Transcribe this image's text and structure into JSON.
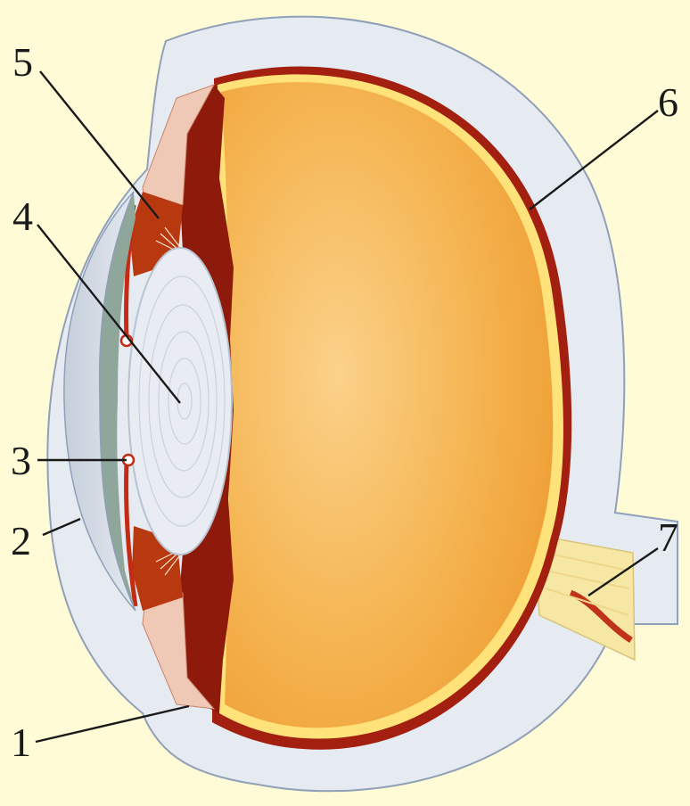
{
  "labels": [
    {
      "id": "1",
      "text": "1"
    },
    {
      "id": "2",
      "text": "2"
    },
    {
      "id": "3",
      "text": "3"
    },
    {
      "id": "4",
      "text": "4"
    },
    {
      "id": "5",
      "text": "5"
    },
    {
      "id": "6",
      "text": "6"
    },
    {
      "id": "7",
      "text": "7"
    }
  ],
  "colors": {
    "background": "#fffbd6",
    "sclera": "#e6ebf1",
    "sclera_outline": "#8fa0b8",
    "choroid": "#a31f10",
    "retina": "#ffe27a",
    "vitreous": "#f2a43a",
    "vitreous_light": "#fbd18a",
    "lens": "#e9edf3",
    "iris": "#b8380f",
    "cornea": "#d3dbe6",
    "aqueous": "#8fa79b",
    "optic_nerve": "#f7e7a4"
  }
}
